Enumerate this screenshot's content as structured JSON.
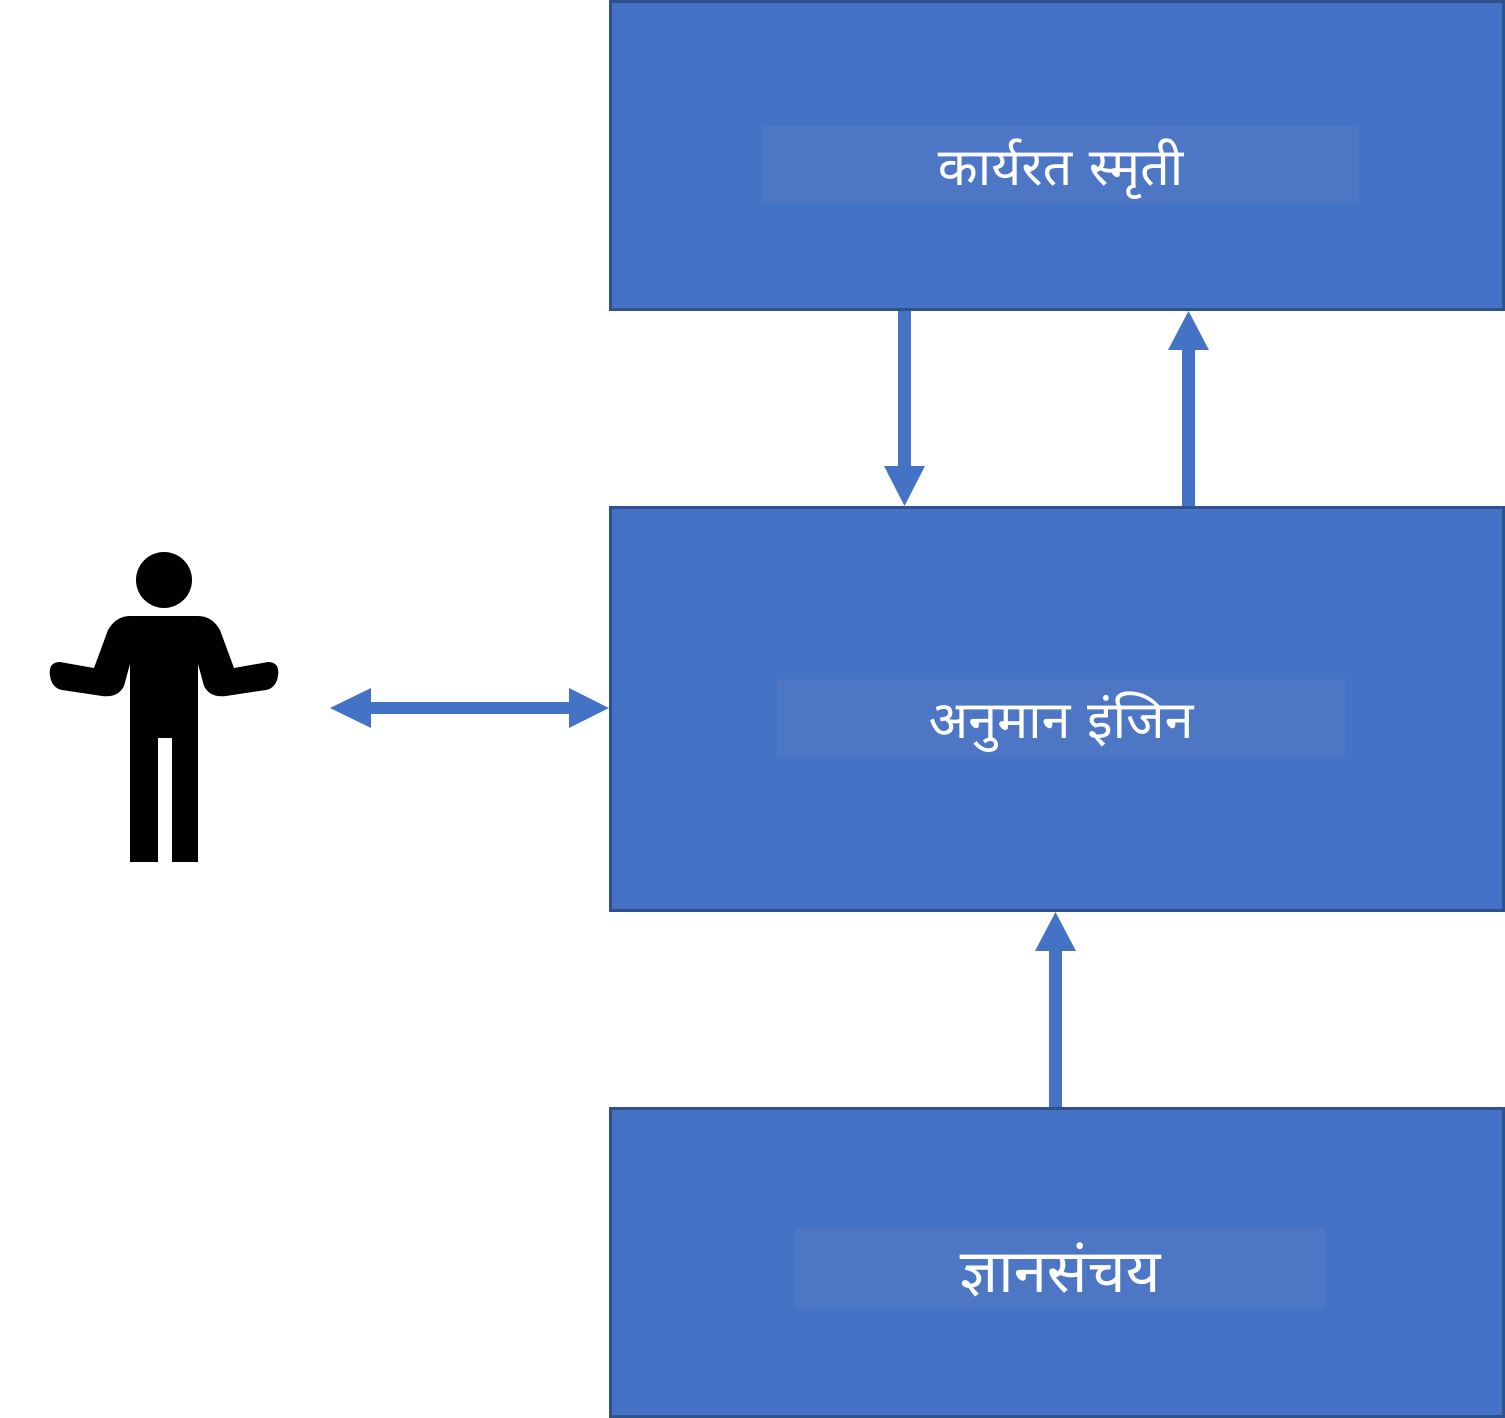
{
  "diagram": {
    "colors": {
      "box_fill": "#4472c4",
      "box_border": "#2f528f",
      "arrow": "#4472c4",
      "label_text": "#ffffff",
      "person": "#000000"
    },
    "boxes": {
      "working_memory": {
        "label": "कार्यरत स्मृती"
      },
      "inference_engine": {
        "label": "अनुमान इंजिन"
      },
      "knowledge_base": {
        "label": "ज्ञानसंचय"
      }
    },
    "icons": {
      "user": "person-shrugging-icon"
    },
    "connections": [
      {
        "from": "working_memory",
        "to": "inference_engine",
        "direction": "down"
      },
      {
        "from": "inference_engine",
        "to": "working_memory",
        "direction": "up"
      },
      {
        "from": "knowledge_base",
        "to": "inference_engine",
        "direction": "up"
      },
      {
        "from": "user",
        "to": "inference_engine",
        "direction": "bidirectional"
      }
    ]
  }
}
